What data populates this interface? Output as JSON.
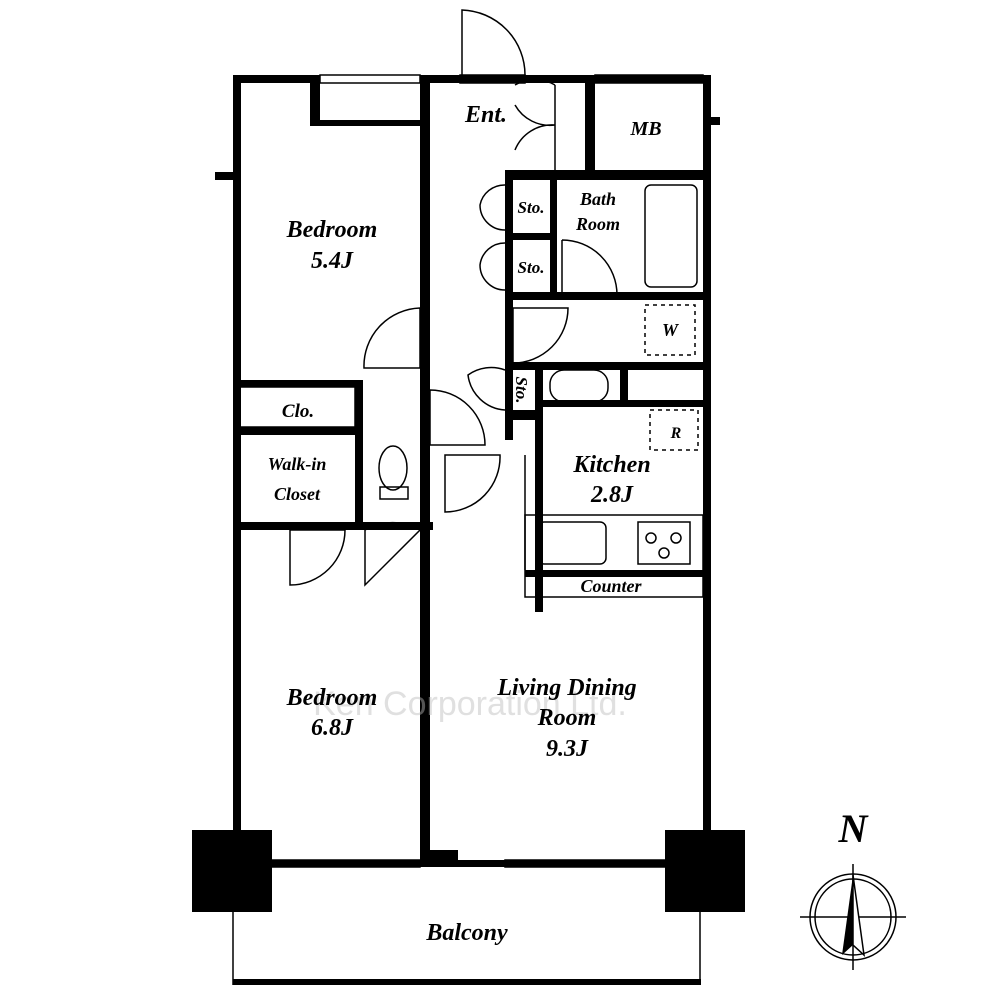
{
  "rooms": {
    "entrance": "Ent.",
    "mb": "MB",
    "storage_1": "Sto.",
    "storage_2": "Sto.",
    "storage_3": "Sto.",
    "bath_line1": "Bath",
    "bath_line2": "Room",
    "washer": "W",
    "refrigerator": "R",
    "bedroom_north_name": "Bedroom",
    "bedroom_north_size": "5.4J",
    "closet": "Clo.",
    "walkin_line1": "Walk-in",
    "walkin_line2": "Closet",
    "kitchen_name": "Kitchen",
    "kitchen_size": "2.8J",
    "counter": "Counter",
    "bedroom_south_name": "Bedroom",
    "bedroom_south_size": "6.8J",
    "ldr_line1": "Living Dining",
    "ldr_line2": "Room",
    "ldr_size": "9.3J",
    "balcony": "Balcony"
  },
  "compass": {
    "label": "N"
  },
  "watermark": "Ken Corporation Ltd."
}
